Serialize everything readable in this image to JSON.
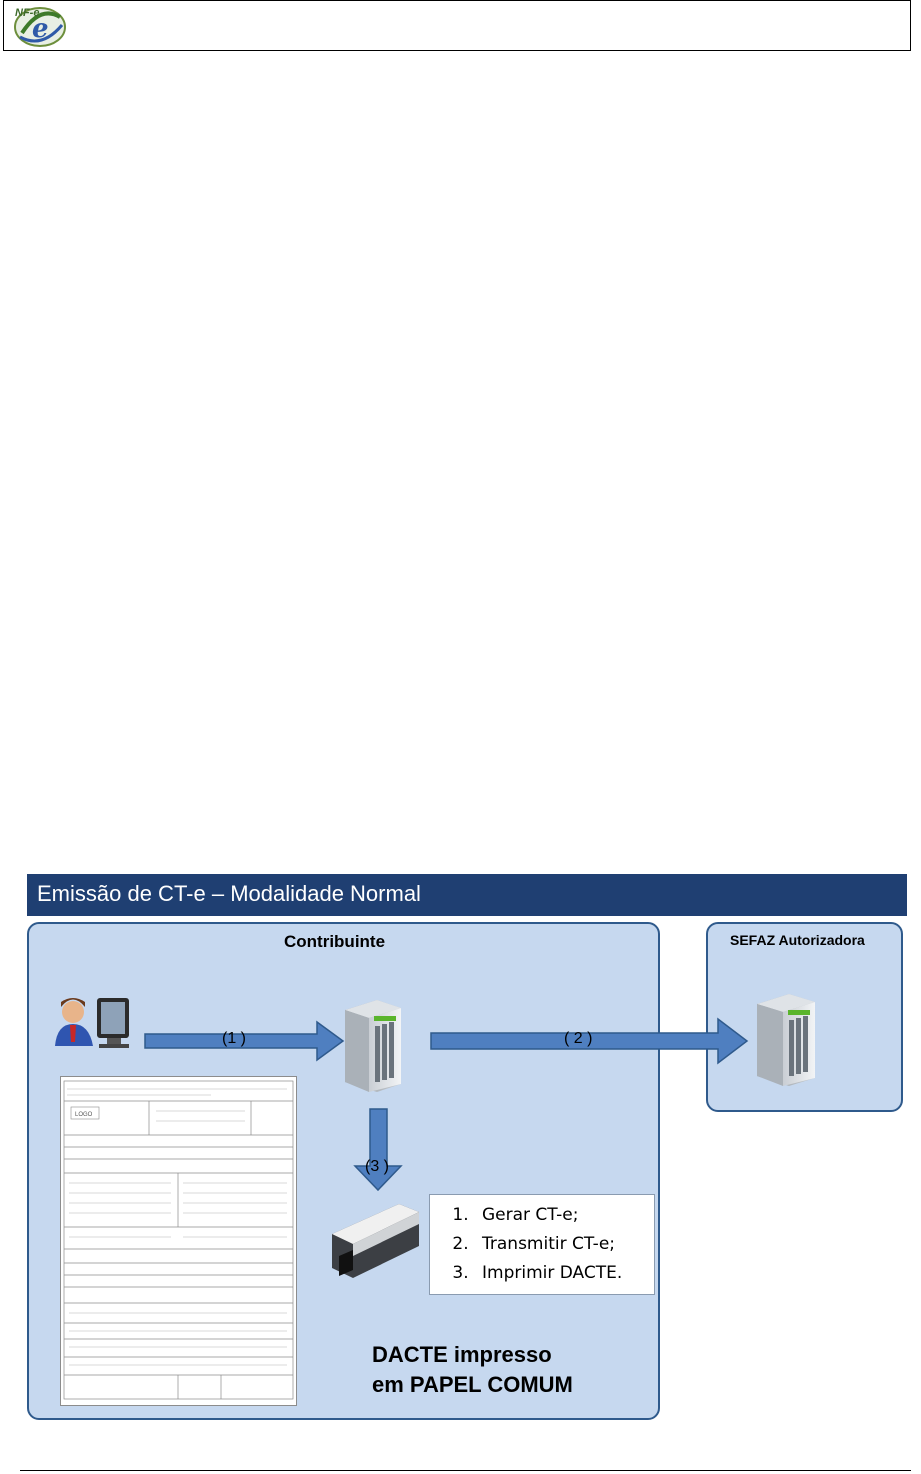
{
  "header": {
    "logo_text": "NF-e"
  },
  "diagram": {
    "title": "Emissão de CT-e – Modalidade Normal",
    "contribuinte_label": "Contribuinte",
    "sefaz_label": "SEFAZ Autorizadora",
    "arrow1_label": "(1 )",
    "arrow2_label": "( 2 )",
    "arrow3_label": "(3 )",
    "steps": [
      "Gerar CT-e;",
      "Transmitir CT-e;",
      "Imprimir DACTE."
    ],
    "document_logo_text": "LOGO",
    "dacte_line1": "DACTE impresso",
    "dacte_line2": "em PAPEL COMUM",
    "colors": {
      "title_bar": "#1f3f72",
      "panel_fill": "#c6d8ef",
      "panel_border": "#2f5a8c",
      "arrow_fill": "#4f7fc0"
    }
  }
}
